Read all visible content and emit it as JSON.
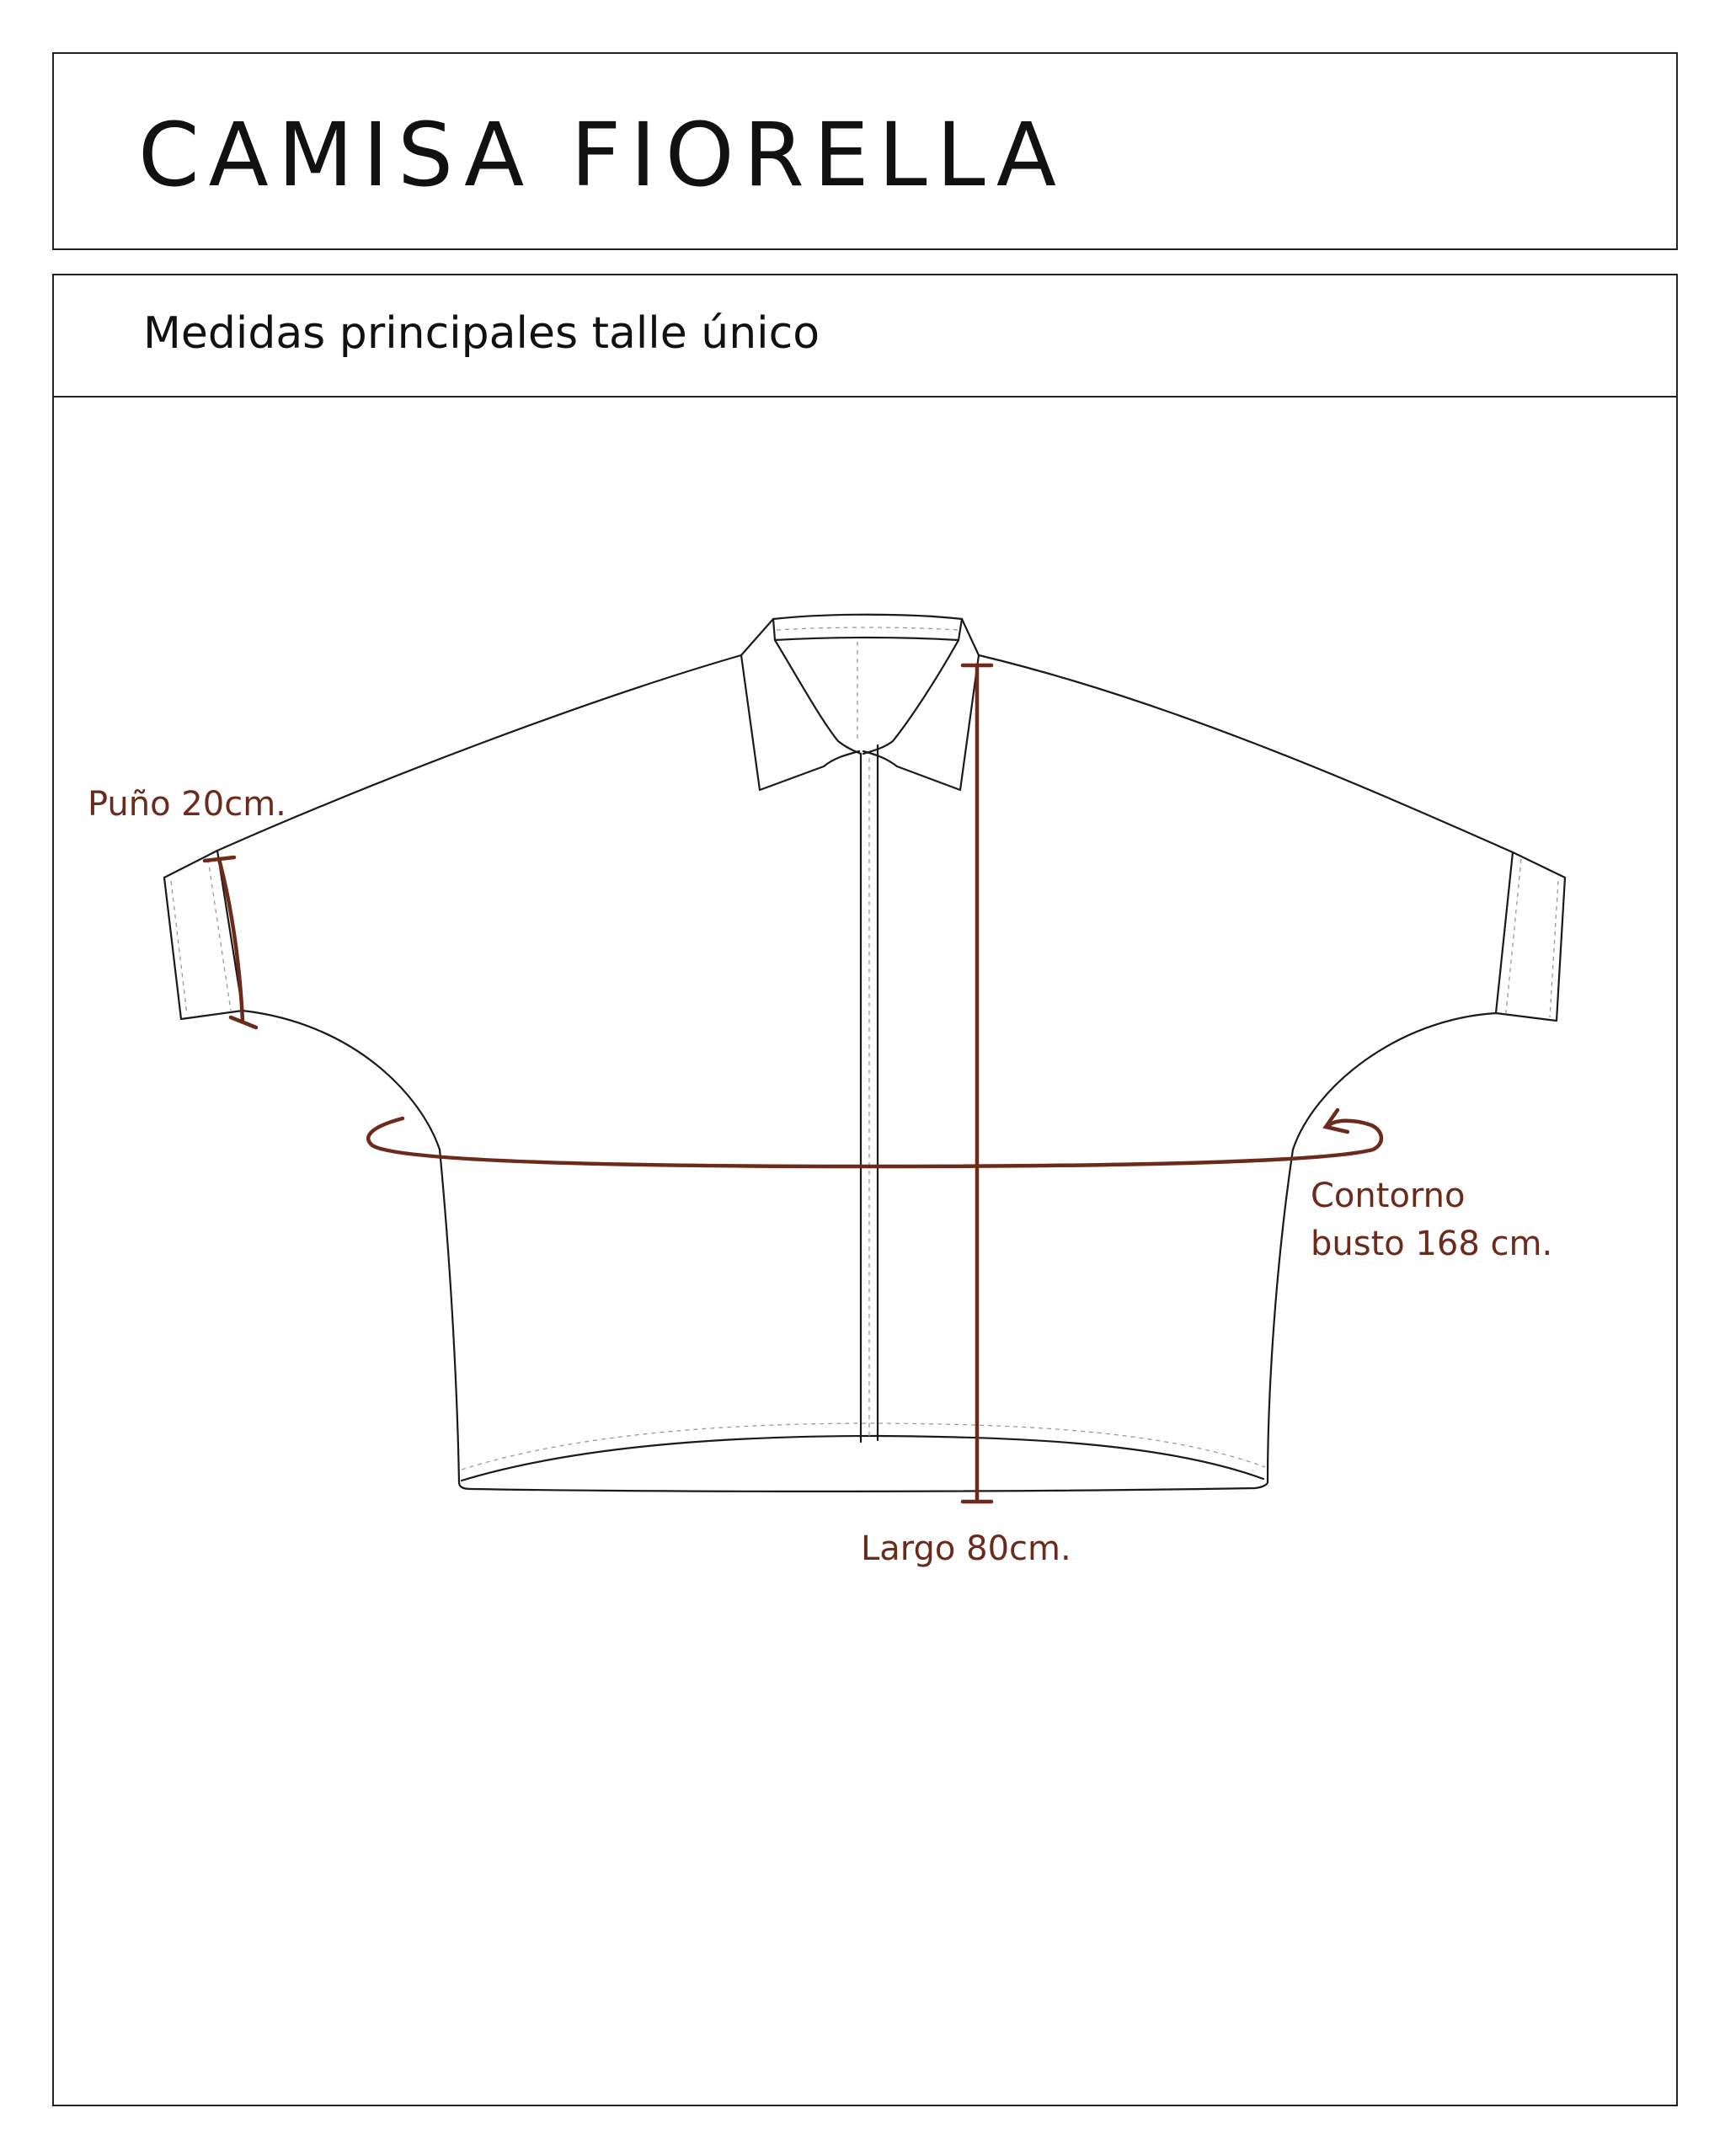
{
  "title": "CAMISA FIORELLA",
  "subtitle": "Medidas principales talle único",
  "measurements": {
    "cuff": "Puño 20cm.",
    "bust_line1": "Contorno",
    "bust_line2": "busto 168 cm.",
    "length": "Largo 80cm."
  },
  "colors": {
    "measure": "#6b2a1a",
    "outline": "#1a1a1a",
    "stitch": "#9a9a9a"
  }
}
